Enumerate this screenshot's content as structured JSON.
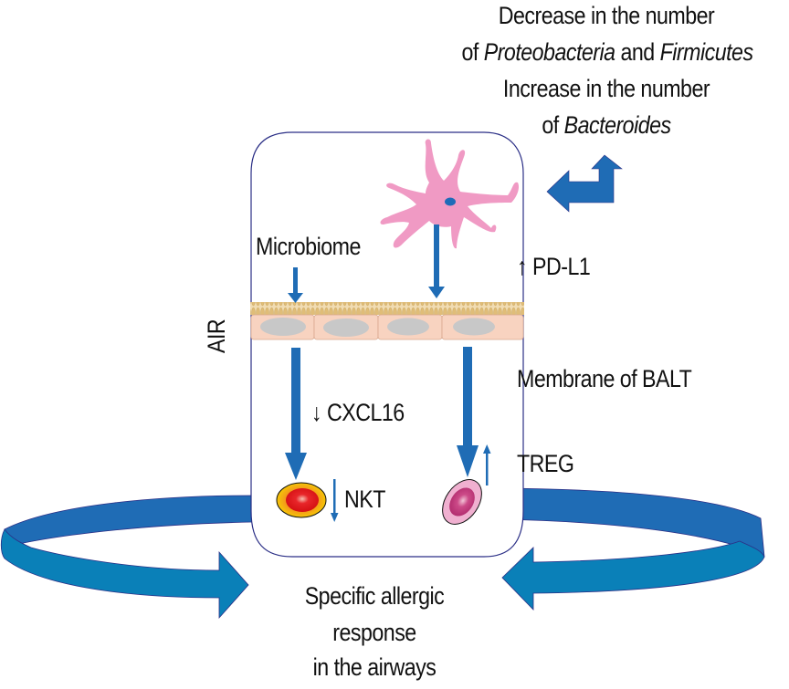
{
  "header": {
    "line1": "Decrease in the number",
    "line2_prefix": "of ",
    "line2_taxon1": "Proteobacteria",
    "line2_mid": " and ",
    "line2_taxon2": "Firmicutes",
    "line3": "Increase in the number",
    "line4_prefix": "of ",
    "line4_taxon": "Bacteroides"
  },
  "labels": {
    "microbiome": "Microbiome",
    "air": "AIR",
    "pdl1": "↑ PD-L1",
    "membrane": "Membrane of BALT",
    "cxcl16": "↓ CXCL16",
    "treg": "TREG",
    "nkt": "NKT",
    "outcome_line1": "Specific allergic",
    "outcome_line2": "response",
    "outcome_line3": "in the airways"
  },
  "colors": {
    "arrow_blue": "#1f6cb5",
    "ribbon_top": "#1f6cb5",
    "ribbon_bottom": "#0a80b8",
    "outline": "#2b2f86",
    "dendritic_cell": "#f09ac4",
    "epithelium": "#f8d3c0",
    "cilia": "#e3c286",
    "nucleus": "#c8c8c8",
    "nkt_outer": "#f5d000",
    "nkt_inner": "#e21b1b",
    "treg_outer": "#f0b0d0",
    "treg_inner": "#c2387a"
  }
}
